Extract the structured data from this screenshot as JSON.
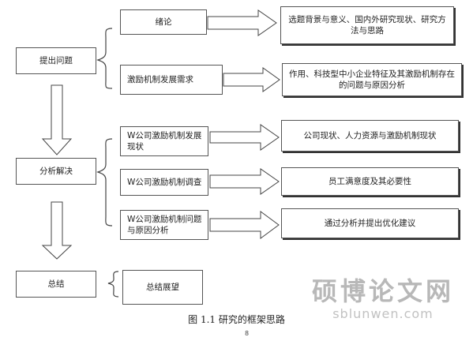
{
  "stages": {
    "problem": "提出问题",
    "analysis": "分析解决",
    "summary": "总结"
  },
  "topics": {
    "intro": "绪论",
    "incentive_needs": "激励机制发展需求",
    "w_status": "W公司激励机制发展现状",
    "w_survey": "W公司激励机制调查",
    "w_problems": "W公司激励机制问题与原因分析",
    "outlook": "总结展望"
  },
  "details": {
    "intro": "选题背景与意义、国内外研究现状、研究方法与思路",
    "incentive_needs": "作用、科技型中小企业特征及其激励机制存在的问题与原因分析",
    "w_status": "公司现状、人力资源与激励机制现状",
    "w_survey": "员工满意度及其必要性",
    "w_problems": "通过分析并提出优化建议"
  },
  "caption": "图 1.1  研究的框架思路",
  "page_mark": "8",
  "watermark": {
    "cn": "硕博论文网",
    "url": "sblunwen.com"
  }
}
